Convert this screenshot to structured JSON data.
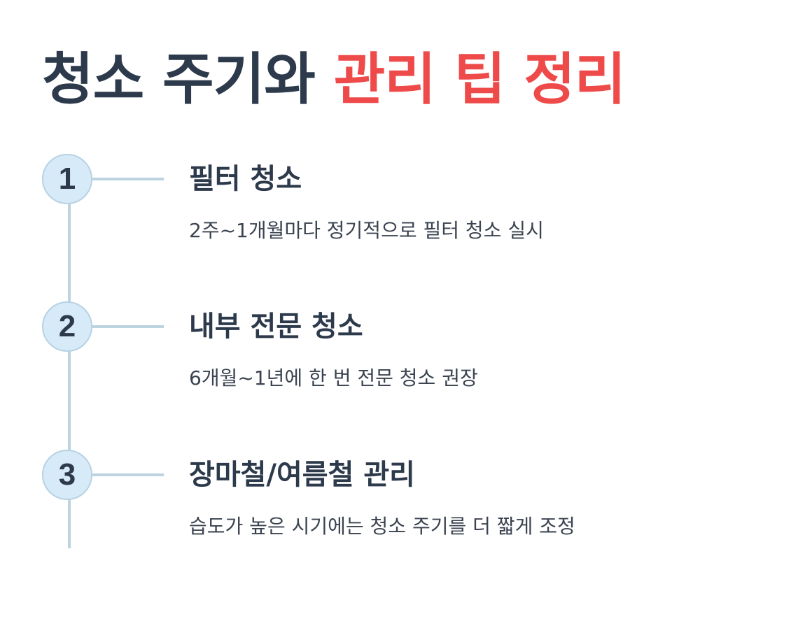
{
  "header": {
    "title_main": "청소 주기와 ",
    "title_accent": "관리 팁 정리"
  },
  "colors": {
    "title_text": "#2d3a4b",
    "accent": "#ef4a4a",
    "circle_fill": "#d7eaf8",
    "line": "#bdd3e0"
  },
  "steps": [
    {
      "number": "1",
      "title": "필터 청소",
      "description": "2주~1개월마다 정기적으로 필터 청소 실시"
    },
    {
      "number": "2",
      "title": "내부 전문 청소",
      "description": "6개월~1년에 한 번 전문 청소 권장"
    },
    {
      "number": "3",
      "title": "장마철/여름철 관리",
      "description": "습도가 높은 시기에는 청소 주기를 더 짧게 조정"
    }
  ]
}
